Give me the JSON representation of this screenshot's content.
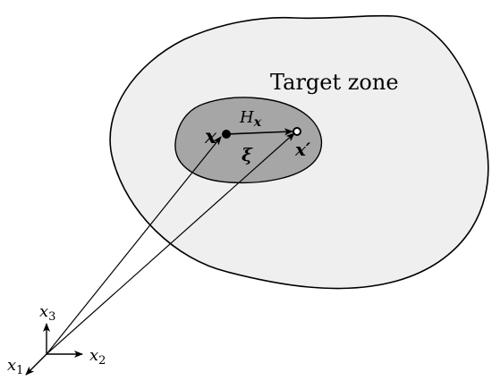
{
  "colors": {
    "background": "#ffffff",
    "outer_zone_fill": "#efefef",
    "inner_zone_fill": "#a6a6a6",
    "stroke": "#000000"
  },
  "labels": {
    "target_zone": "Target zone",
    "horizon": "H",
    "horizon_sub": "x",
    "point_x": "x",
    "point_x_prime": "x′",
    "bond": "ξ",
    "axis_x1": "x",
    "axis_x1_sub": "1",
    "axis_x2": "x",
    "axis_x2_sub": "2",
    "axis_x3": "x",
    "axis_x3_sub": "3"
  },
  "icons": {
    "origin_marker": "origin-icon",
    "point_solid": "filled-dot-icon",
    "point_hollow": "hollow-dot-icon"
  }
}
